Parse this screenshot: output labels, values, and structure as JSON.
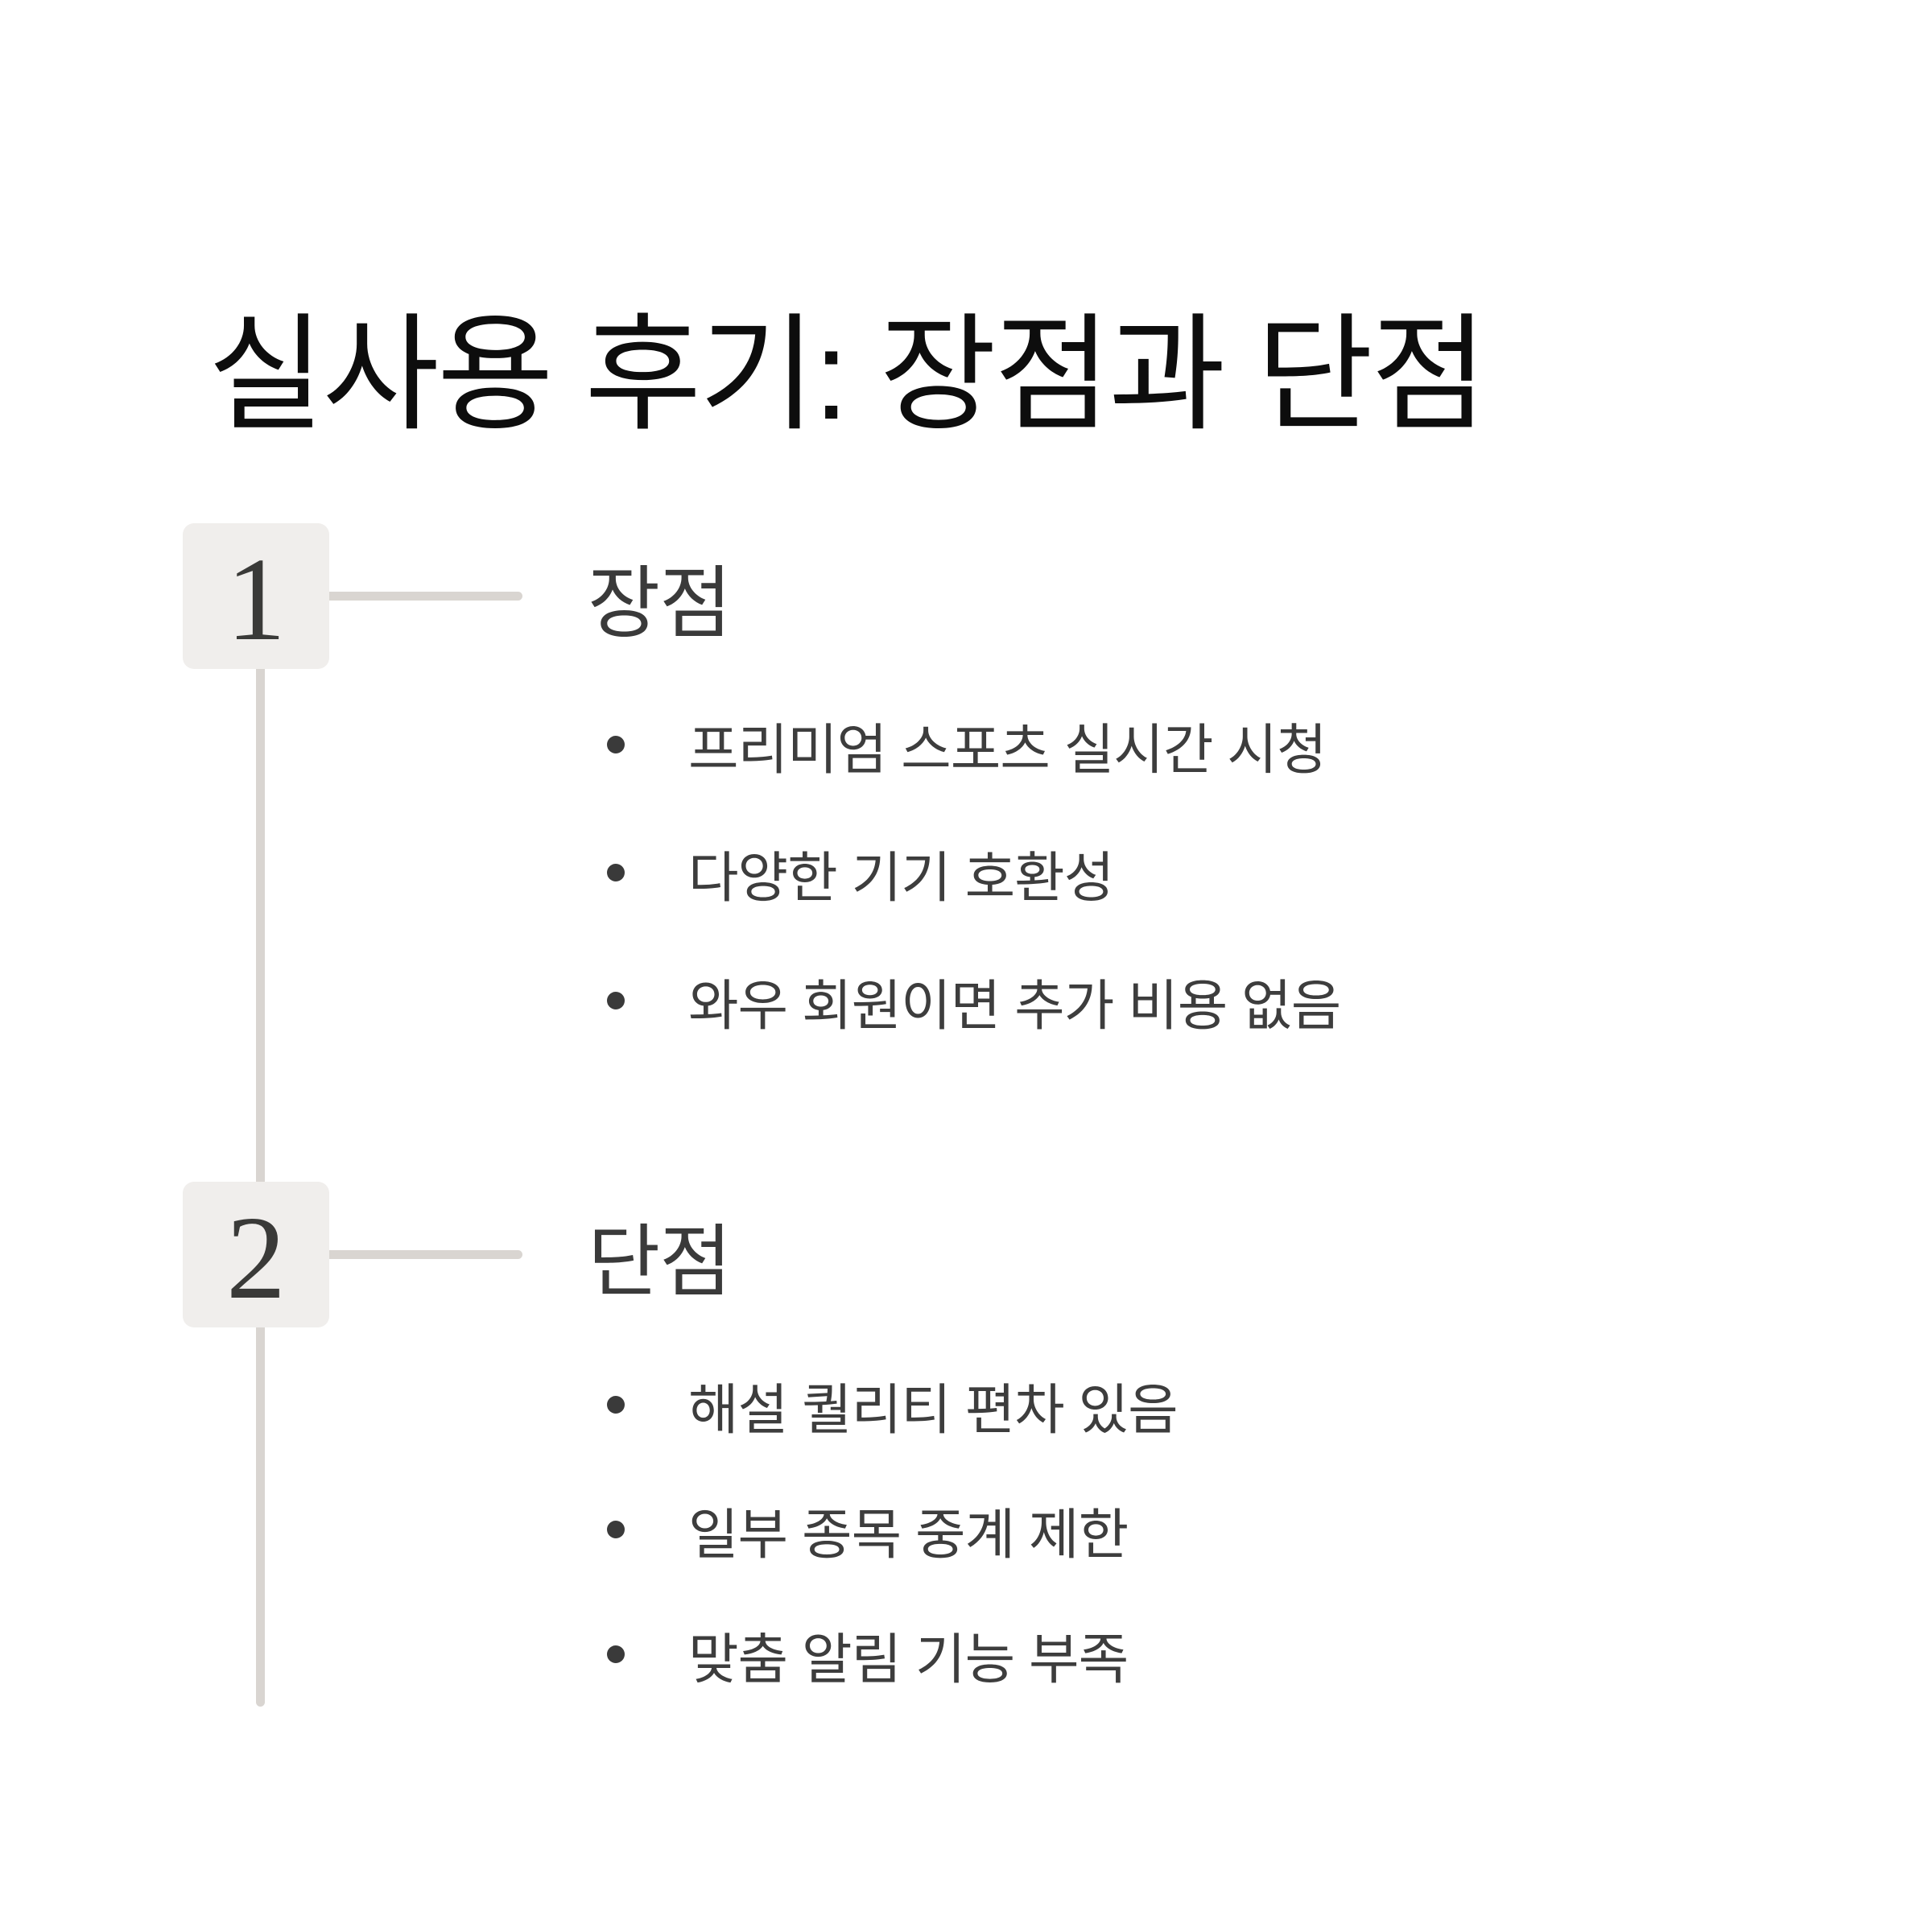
{
  "title": "실사용 후기: 장점과 단점",
  "colors": {
    "background": "#ffffff",
    "title_text": "#0d0d0d",
    "heading_text": "#3a3a3a",
    "body_text": "#3d3d3d",
    "badge_background": "#f0eeec",
    "badge_number": "#3a3a38",
    "connector_line": "#d9d5d1"
  },
  "sections": [
    {
      "number": "1",
      "heading": "장점",
      "bullets": [
        "프리미엄 스포츠 실시간 시청",
        "다양한 기기 호환성",
        "와우 회원이면 추가 비용 없음"
      ]
    },
    {
      "number": "2",
      "heading": "단점",
      "bullets": [
        "해설 퀄리티 편차 있음",
        "일부 종목 중계 제한",
        "맞춤 알림 기능 부족"
      ]
    }
  ]
}
